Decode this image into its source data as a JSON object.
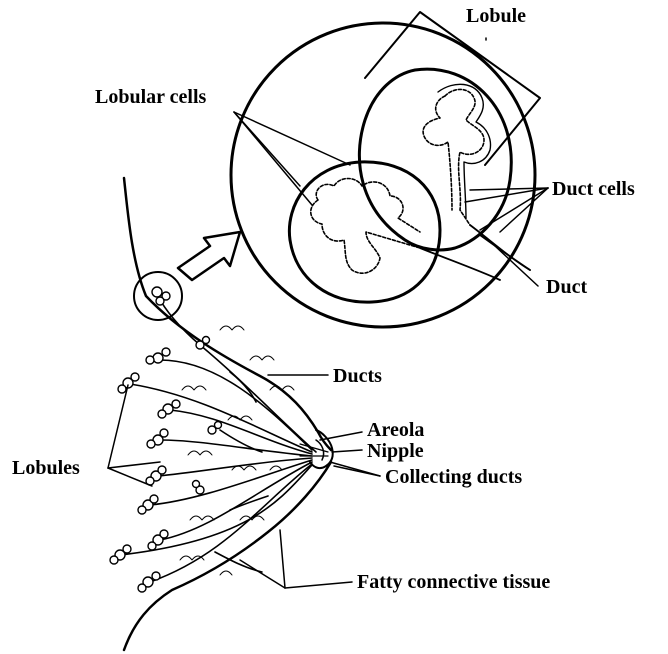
{
  "labels": {
    "lobule": "Lobule",
    "lobular_cells": "Lobular cells",
    "duct_cells": "Duct cells",
    "duct": "Duct",
    "ducts": "Ducts",
    "areola": "Areola",
    "nipple": "Nipple",
    "collecting_ducts": "Collecting ducts",
    "lobules": "Lobules",
    "fatty_connective_tissue": "Fatty connective tissue"
  },
  "colors": {
    "ink": "#000000",
    "paper": "#ffffff"
  }
}
